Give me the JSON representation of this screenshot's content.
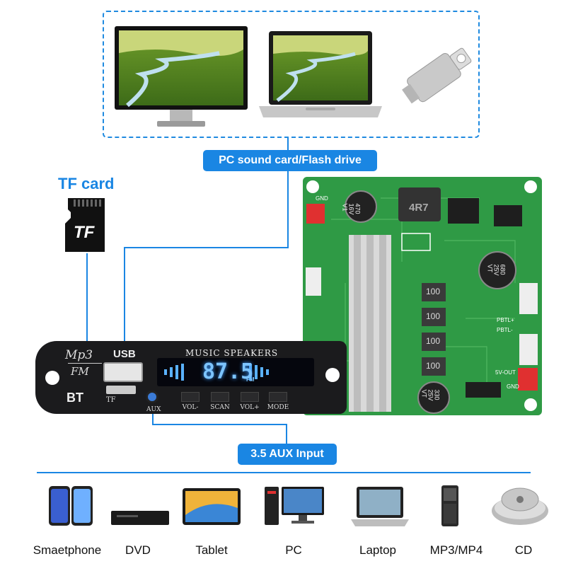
{
  "labels": {
    "pc_sound": "PC sound card/Flash drive",
    "tf_card": "TF card",
    "tf_chip": "TF",
    "aux_input": "3.5 AUX Input"
  },
  "module": {
    "brand_line1": "Mp3",
    "brand_line2": "FM",
    "usb": "USB",
    "bt": "BT",
    "tf": "TF",
    "aux": "AUX",
    "title": "MUSIC SPEAKERS",
    "display": "87.5",
    "display_unit": "FM",
    "buttons": [
      "VOL-",
      "SCAN",
      "VOL+",
      "MODE"
    ]
  },
  "board": {
    "cap1": "470\n16V\nV1",
    "inductor": "4R7",
    "cap2": "680\n25V\nVT",
    "res": [
      "100",
      "100",
      "100",
      "100"
    ],
    "cap3": "330\n25V\nVT",
    "gnd": "GND",
    "pbtl_plus": "PBTL+",
    "pbtl_minus": "PBTL-",
    "vout": "5V-OUT"
  },
  "devices": [
    "Smaetphone",
    "DVD",
    "Tablet",
    "PC",
    "Laptop",
    "MP3/MP4",
    "CD"
  ],
  "colors": {
    "accent": "#1a86e3",
    "pcb": "#2f9a45",
    "module": "#1b1b1d"
  }
}
